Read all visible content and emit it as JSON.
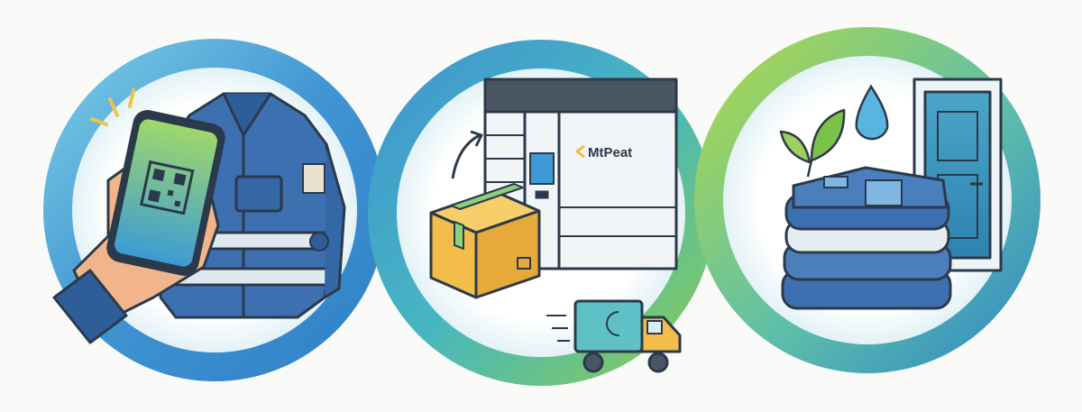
{
  "illustration": {
    "panels": [
      {
        "id": "scan",
        "icons": [
          "smartphone-icon",
          "qr-code-icon",
          "hand-icon",
          "workwear-jacket-icon"
        ]
      },
      {
        "id": "locker",
        "icons": [
          "parcel-locker-icon",
          "cardboard-box-icon",
          "arrow-icon",
          "delivery-truck-icon"
        ]
      },
      {
        "id": "clean",
        "icons": [
          "leaf-icon",
          "water-drop-icon",
          "door-icon",
          "folded-clothes-icon"
        ]
      }
    ],
    "locker_brand": "MtPeat",
    "colors": {
      "ring_blue": "#3a8fd0",
      "ring_teal": "#4cb8c4",
      "ring_green": "#a8d54a",
      "garment_blue": "#3d70b0",
      "box_yellow": "#f2bd4a",
      "outline": "#2b3a4a"
    }
  }
}
